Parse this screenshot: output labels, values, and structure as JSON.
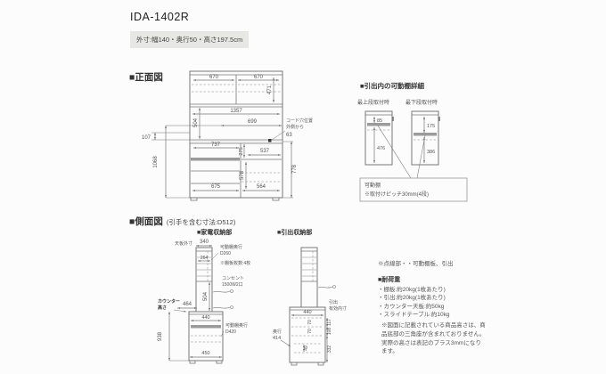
{
  "header": {
    "title": "IDA-1402R",
    "outer_dims": "外寸:幅140・奥行50・高さ197.5cm"
  },
  "colors": {
    "line": "#777777",
    "dim_text": "#555555",
    "shelf_bar": "#9b9b9b",
    "label_bg": "#e7e7e4"
  },
  "front_view": {
    "heading": "■正面図",
    "cord_label_1": "コード穴位置",
    "cord_label_2": "外側から",
    "dims": {
      "top_left_width": "670",
      "top_right_width": "670",
      "top_height": "471",
      "inner_width": "1357",
      "right_open_width": "699",
      "open_height": "504",
      "left_offset": "107",
      "drawer_width_top": "737",
      "right_top_height": "275",
      "right_top_width": "537",
      "cord_offset": "63",
      "left_total_height": "1068",
      "right_inner_height": "578",
      "base_height": "778",
      "drawer_width_bottom": "675",
      "right_bottom_width": "564"
    }
  },
  "shelf_detail": {
    "heading": "■引出内の可動棚詳細",
    "top_mount_label": "最上段取付時",
    "bottom_mount_label": "最下段取付時",
    "top_mount": {
      "upper": "85",
      "lower": "476"
    },
    "bottom_mount": {
      "upper": "175",
      "lower": "386"
    },
    "note_line1": "可動棚",
    "note_line2": "※取付けピッチ30mm(4段)"
  },
  "side_view": {
    "heading": "■側面図",
    "heading_note": "(引手を含む寸法:D512)",
    "appliance": {
      "heading": "■家電収納部",
      "top_label": "天板外寸",
      "top_width": "340",
      "inner_depth": "264",
      "shelf_depth_label": "可動棚奥行",
      "shelf_depth_value": "D260",
      "shelf_count": "※棚板枚数:4枚",
      "outlet_label": "コンセント",
      "outlet_value": "1500W2口",
      "open_height": "504",
      "open_depth": "464",
      "counter_label_1": "カウンター",
      "counter_label_2": "高さ",
      "counter_height": "938",
      "lower_inner_width": "440",
      "lower_shelf_label": "可動棚奥行",
      "lower_shelf_value": "D420",
      "bottom_width": "450"
    },
    "drawer": {
      "heading": "■引出収納部",
      "inner_width": "440",
      "label_1": "引出",
      "label_2": "有効内寸",
      "d70a": "70",
      "d70b": "70",
      "drawer1": "117",
      "drawer2": "108",
      "drawer3": "332",
      "d49": "49",
      "depth_label": "奥行",
      "depth_value": "414"
    }
  },
  "notes": {
    "dotted_note": "※点線部・・可動棚板、引出",
    "load_heading": "■耐荷重",
    "load_items": [
      "・棚板:約20kg(1枚あたり)",
      "・引出:約20kg(1枚あたり)",
      "・カウンター天板:約50kg",
      "・スライドテーブル:約10kg"
    ],
    "remark": "※図面に記載されている商品高さは、商品底部の三角座が含まれておりません。実際の高さは表記のプラス3mmになります。"
  }
}
